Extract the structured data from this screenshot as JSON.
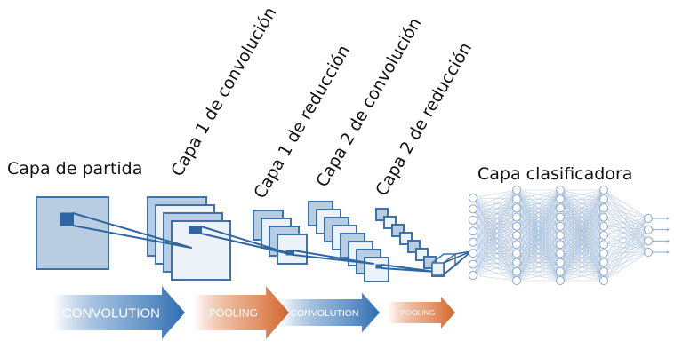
{
  "diagram": {
    "title": "CNN architecture",
    "labels": {
      "input": "Capa de partida",
      "conv1": "Capa 1 de convolución",
      "pool1": "Capa 1 de reducción",
      "conv2": "Capa 2 de convolución",
      "pool2": "Capa 2 de reducción",
      "classifier": "Capa clasificadora"
    },
    "stages": [
      {
        "name": "input",
        "maps": 1
      },
      {
        "name": "conv1",
        "maps": 4
      },
      {
        "name": "pool1",
        "maps": 4
      },
      {
        "name": "conv2",
        "maps": 8
      },
      {
        "name": "pool2",
        "maps": 8
      }
    ],
    "network_layers": [
      8,
      11,
      11,
      11,
      4
    ],
    "arrows": [
      {
        "label": "CONVOLUTION",
        "kind": "convolution"
      },
      {
        "label": "POOLING",
        "kind": "pooling"
      },
      {
        "label": "CONVOLUTION",
        "kind": "convolution"
      },
      {
        "label": "POOLING",
        "kind": "pooling"
      }
    ],
    "colors": {
      "stroke": "#3f72a8",
      "fill_dark": "#b9cde2",
      "fill_light": "#edf2f9",
      "kernel": "#2f65a0",
      "convolution": "#2f6db0",
      "pooling": "#d4652a",
      "neuron_stroke": "#8aa9cc",
      "edge": "#a9c1dd"
    }
  }
}
